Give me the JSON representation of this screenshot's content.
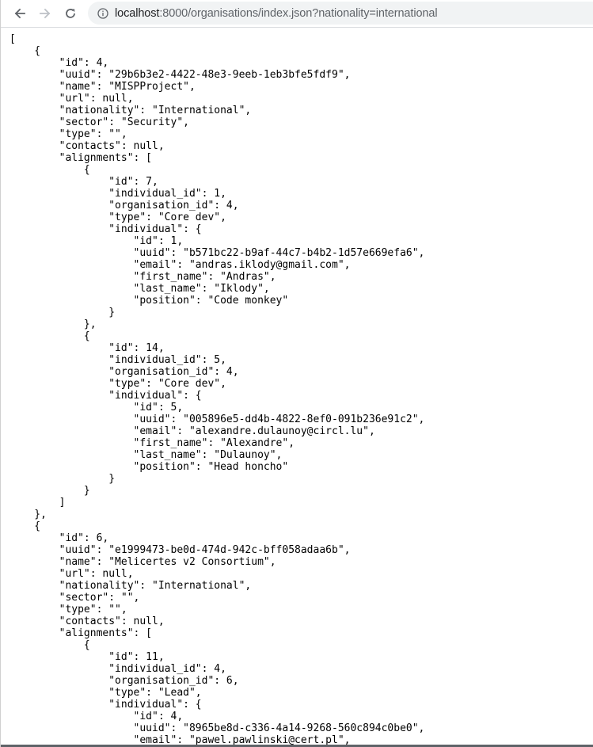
{
  "browser": {
    "url_host": "localhost",
    "url_rest": ":8000/organisations/index.json?nationality=international",
    "back_icon": "arrow-left-icon",
    "forward_icon": "arrow-right-icon",
    "reload_icon": "reload-icon",
    "site_info_icon": "info-circle-icon"
  },
  "json_lines": [
    "[",
    "    {",
    "        \"id\": 4,",
    "        \"uuid\": \"29b6b3e2-4422-48e3-9eeb-1eb3bfe5fdf9\",",
    "        \"name\": \"MISPProject\",",
    "        \"url\": null,",
    "        \"nationality\": \"International\",",
    "        \"sector\": \"Security\",",
    "        \"type\": \"\",",
    "        \"contacts\": null,",
    "        \"alignments\": [",
    "            {",
    "                \"id\": 7,",
    "                \"individual_id\": 1,",
    "                \"organisation_id\": 4,",
    "                \"type\": \"Core dev\",",
    "                \"individual\": {",
    "                    \"id\": 1,",
    "                    \"uuid\": \"b571bc22-b9af-44c7-b4b2-1d57e669efa6\",",
    "                    \"email\": \"andras.iklody@gmail.com\",",
    "                    \"first_name\": \"Andras\",",
    "                    \"last_name\": \"Iklody\",",
    "                    \"position\": \"Code monkey\"",
    "                }",
    "            },",
    "            {",
    "                \"id\": 14,",
    "                \"individual_id\": 5,",
    "                \"organisation_id\": 4,",
    "                \"type\": \"Core dev\",",
    "                \"individual\": {",
    "                    \"id\": 5,",
    "                    \"uuid\": \"005896e5-dd4b-4822-8ef0-091b236e91c2\",",
    "                    \"email\": \"alexandre.dulaunoy@circl.lu\",",
    "                    \"first_name\": \"Alexandre\",",
    "                    \"last_name\": \"Dulaunoy\",",
    "                    \"position\": \"Head honcho\"",
    "                }",
    "            }",
    "        ]",
    "    },",
    "    {",
    "        \"id\": 6,",
    "        \"uuid\": \"e1999473-be0d-474d-942c-bff058adaa6b\",",
    "        \"name\": \"Melicertes v2 Consortium\",",
    "        \"url\": null,",
    "        \"nationality\": \"International\",",
    "        \"sector\": \"\",",
    "        \"type\": \"\",",
    "        \"contacts\": null,",
    "        \"alignments\": [",
    "            {",
    "                \"id\": 11,",
    "                \"individual_id\": 4,",
    "                \"organisation_id\": 6,",
    "                \"type\": \"Lead\",",
    "                \"individual\": {",
    "                    \"id\": 4,",
    "                    \"uuid\": \"8965be8d-c336-4a14-9268-560c894c0be0\",",
    "                    \"email\": \"pawel.pawlinski@cert.pl\","
  ],
  "organisations": [
    {
      "id": 4,
      "uuid": "29b6b3e2-4422-48e3-9eeb-1eb3bfe5fdf9",
      "name": "MISPProject",
      "url": null,
      "nationality": "International",
      "sector": "Security",
      "type": "",
      "contacts": null,
      "alignments": [
        {
          "id": 7,
          "individual_id": 1,
          "organisation_id": 4,
          "type": "Core dev",
          "individual": {
            "id": 1,
            "uuid": "b571bc22-b9af-44c7-b4b2-1d57e669efa6",
            "email": "andras.iklody@gmail.com",
            "first_name": "Andras",
            "last_name": "Iklody",
            "position": "Code monkey"
          }
        },
        {
          "id": 14,
          "individual_id": 5,
          "organisation_id": 4,
          "type": "Core dev",
          "individual": {
            "id": 5,
            "uuid": "005896e5-dd4b-4822-8ef0-091b236e91c2",
            "email": "alexandre.dulaunoy@circl.lu",
            "first_name": "Alexandre",
            "last_name": "Dulaunoy",
            "position": "Head honcho"
          }
        }
      ]
    },
    {
      "id": 6,
      "uuid": "e1999473-be0d-474d-942c-bff058adaa6b",
      "name": "Melicertes v2 Consortium",
      "url": null,
      "nationality": "International",
      "sector": "",
      "type": "",
      "contacts": null,
      "alignments": [
        {
          "id": 11,
          "individual_id": 4,
          "organisation_id": 6,
          "type": "Lead",
          "individual": {
            "id": 4,
            "uuid": "8965be8d-c336-4a14-9268-560c894c0be0",
            "email": "pawel.pawlinski@cert.pl"
          }
        }
      ]
    }
  ]
}
